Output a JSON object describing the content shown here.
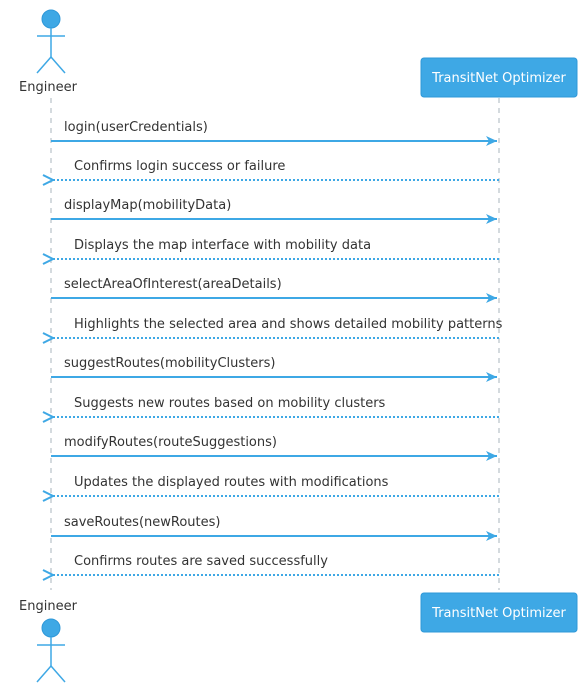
{
  "colors": {
    "accent": "#3ea8e5",
    "accent_dark": "#2f98d8",
    "lifeline": "#a9b4bc",
    "text": "#333333",
    "box_text": "#ffffff"
  },
  "participants": {
    "actor": {
      "name": "Engineer",
      "icon": "stick-figure-actor-icon"
    },
    "system": {
      "name": "TransitNet Optimizer"
    }
  },
  "messages": [
    {
      "label": "login(userCredentials)",
      "direction": "request"
    },
    {
      "label": "Confirms login success or failure",
      "direction": "response"
    },
    {
      "label": "displayMap(mobilityData)",
      "direction": "request"
    },
    {
      "label": "Displays the map interface with mobility data",
      "direction": "response"
    },
    {
      "label": "selectAreaOfInterest(areaDetails)",
      "direction": "request"
    },
    {
      "label": "Highlights the selected area and shows detailed mobility patterns",
      "direction": "response"
    },
    {
      "label": "suggestRoutes(mobilityClusters)",
      "direction": "request"
    },
    {
      "label": "Suggests new routes based on mobility clusters",
      "direction": "response"
    },
    {
      "label": "modifyRoutes(routeSuggestions)",
      "direction": "request"
    },
    {
      "label": "Updates the displayed routes with modifications",
      "direction": "response"
    },
    {
      "label": "saveRoutes(newRoutes)",
      "direction": "request"
    },
    {
      "label": "Confirms routes are saved successfully",
      "direction": "response"
    }
  ]
}
